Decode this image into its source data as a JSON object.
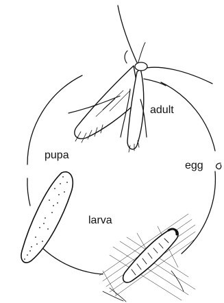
{
  "diagram": {
    "stages": [
      {
        "id": "adult",
        "label": "adult"
      },
      {
        "id": "egg",
        "label": "egg"
      },
      {
        "id": "larva",
        "label": "larva"
      },
      {
        "id": "pupa",
        "label": "pupa"
      }
    ],
    "colors": {
      "ink": "#111111",
      "background": "#ffffff"
    }
  }
}
